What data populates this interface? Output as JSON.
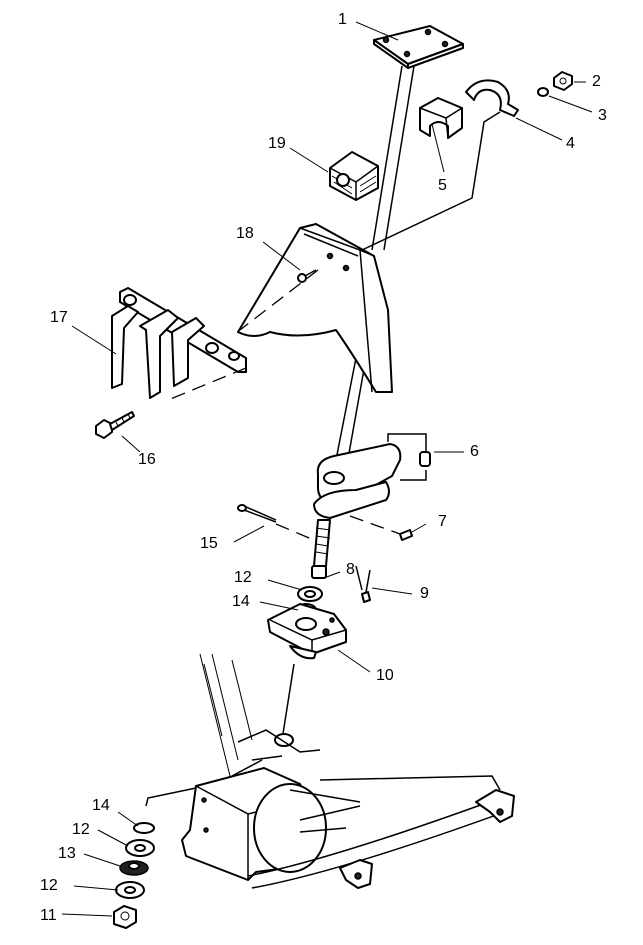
{
  "callouts": {
    "c1": "1",
    "c2": "2",
    "c3": "3",
    "c4": "4",
    "c5": "5",
    "c6": "6",
    "c7": "7",
    "c8": "8",
    "c9": "9",
    "c10": "10",
    "c11": "11",
    "c12a": "12",
    "c12b": "12",
    "c12c": "12",
    "c13": "13",
    "c14a": "14",
    "c14b": "14",
    "c15": "15",
    "c16": "16",
    "c17": "17",
    "c18": "18",
    "c19": "19"
  }
}
